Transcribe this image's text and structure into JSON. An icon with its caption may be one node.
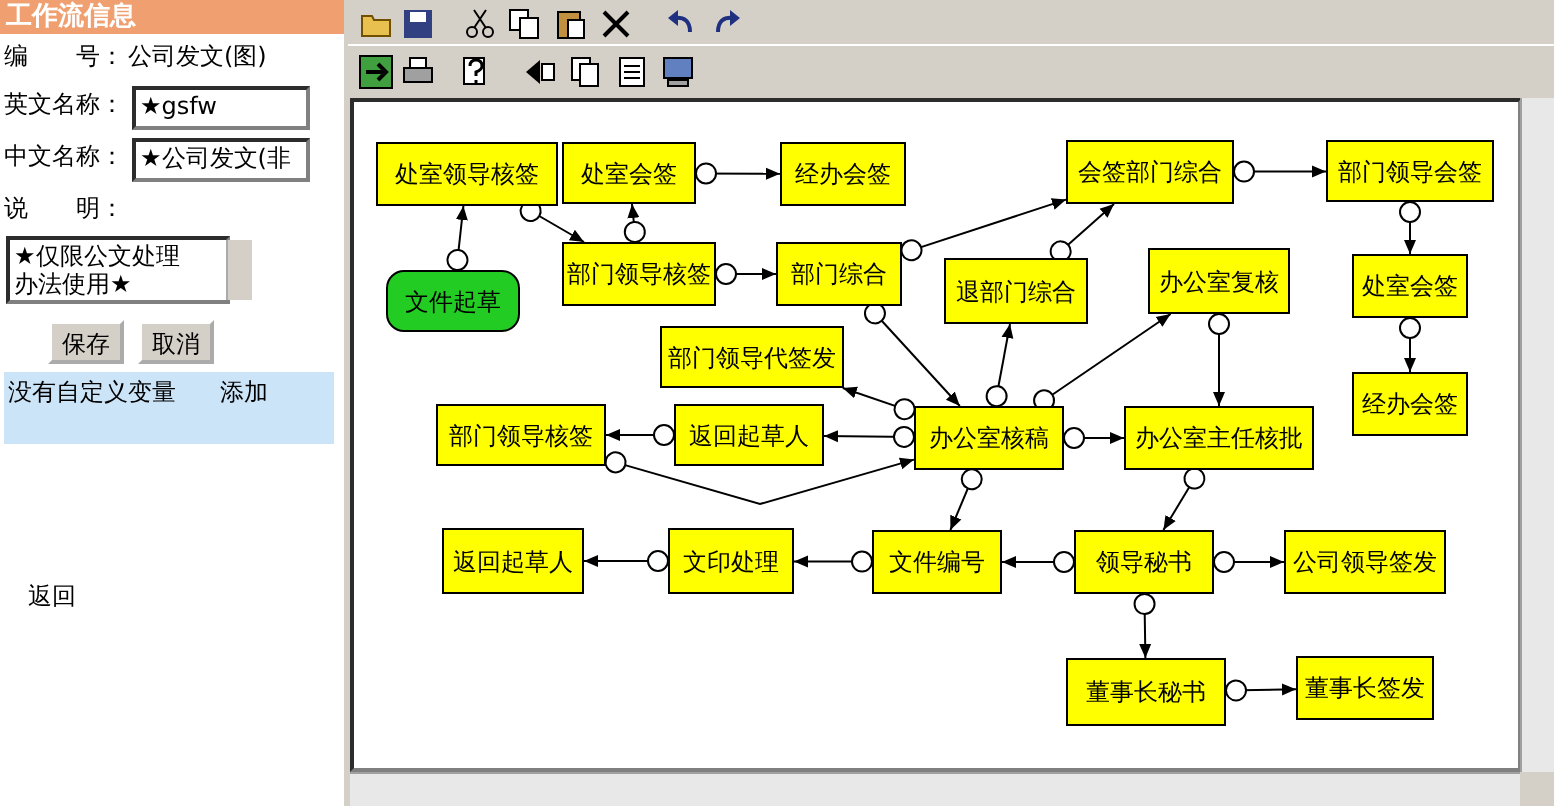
{
  "diagram": {
    "title": "工作流信息",
    "nodes": [
      {
        "text": [
          "处室领导核签"
        ]
      },
      {
        "text": [
          "处室会签"
        ]
      },
      {
        "text": [
          "经办会签"
        ]
      },
      {
        "text": [
          "文件起草"
        ]
      },
      {
        "text": [
          "部门领导核签"
        ]
      },
      {
        "text": [
          "部门综合"
        ]
      },
      {
        "text": [
          "会签部门综合"
        ]
      },
      {
        "text": [
          "部门领导会签"
        ]
      },
      {
        "text": [
          "退部门综合"
        ]
      },
      {
        "text": [
          "办公室复核"
        ]
      },
      {
        "text": [
          "处室会签"
        ]
      },
      {
        "text": [
          "经办会签"
        ]
      },
      {
        "text": [
          "部门领导代签发"
        ]
      },
      {
        "text": [
          "办公室核稿"
        ]
      },
      {
        "text": [
          "办公室主任核批"
        ]
      },
      {
        "text": [
          "部门领导核签"
        ]
      },
      {
        "text": [
          "返回起草人"
        ]
      },
      {
        "text": [
          "返回起草人"
        ]
      },
      {
        "text": [
          "文印处理"
        ]
      },
      {
        "text": [
          "文件编号"
        ]
      },
      {
        "text": [
          "领导秘书"
        ]
      },
      {
        "text": [
          "公司领导签发"
        ]
      },
      {
        "text": [
          "董事长秘书"
        ]
      },
      {
        "text": [
          "董事长签发"
        ]
      }
    ],
    "edges": [
      {
        "from": 3,
        "to": 0,
        "arrow": "to"
      },
      {
        "from": 0,
        "to": 4,
        "arrow": "to"
      },
      {
        "from": 4,
        "to": 1,
        "arrow": "to"
      },
      {
        "from": 1,
        "to": 2,
        "arrow": "to"
      },
      {
        "from": 4,
        "to": 5,
        "arrow": "to"
      },
      {
        "from": 5,
        "to": 6,
        "arrow": "to"
      },
      {
        "from": 8,
        "to": 6,
        "arrow": "to"
      },
      {
        "from": 6,
        "to": 7,
        "arrow": "to"
      },
      {
        "from": 7,
        "to": 10,
        "arrow": "to"
      },
      {
        "from": 10,
        "to": 11,
        "arrow": "to"
      },
      {
        "from": 5,
        "to": 13,
        "arrow": "to"
      },
      {
        "from": 13,
        "to": 8,
        "arrow": "to"
      },
      {
        "from": 13,
        "to": 9,
        "arrow": "to"
      },
      {
        "from": 9,
        "to": 14,
        "arrow": "to"
      },
      {
        "from": 13,
        "to": 12,
        "arrow": "to"
      },
      {
        "from": 13,
        "to": 16,
        "arrow": "to"
      },
      {
        "from": 16,
        "to": 15,
        "arrow": "to"
      },
      {
        "from": 15,
        "to": 13,
        "arrow": "to"
      },
      {
        "from": 13,
        "to": 14,
        "arrow": "to"
      },
      {
        "from": 13,
        "to": 19,
        "arrow": "to"
      },
      {
        "from": 14,
        "to": 20,
        "arrow": "to"
      },
      {
        "from": 20,
        "to": 19,
        "arrow": "to"
      },
      {
        "from": 19,
        "to": 18,
        "arrow": "to"
      },
      {
        "from": 18,
        "to": 17,
        "arrow": "to"
      },
      {
        "from": 20,
        "to": 21,
        "arrow": "to"
      },
      {
        "from": 20,
        "to": 22,
        "arrow": "to"
      },
      {
        "from": 22,
        "to": 23,
        "arrow": "to"
      }
    ],
    "labels": [
      "编　　号：",
      "公司发文(图)",
      "英文名称：",
      "★gsfw",
      "中文名称：",
      "★公司发文(非",
      "说　　明：",
      "★仅限公文处理办法使用★",
      "保存",
      "取消",
      "没有自定义变量",
      "添加",
      "返回"
    ]
  }
}
